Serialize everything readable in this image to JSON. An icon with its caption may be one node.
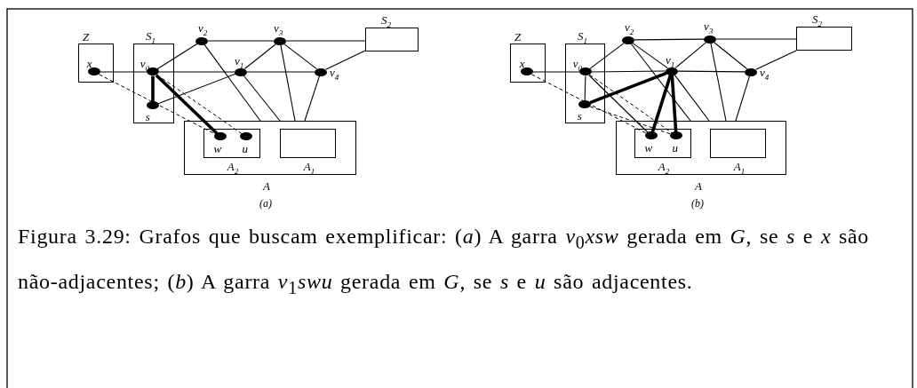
{
  "diagram": {
    "caption": "Figura 3.29: Grafos que buscam exemplificar: (*a*) A garra *v*$_{0}$*xsw* gerada em *G*, se *s* e *x* são não-adjacentes; (*b*) A garra *v*$_{1}$*swu* gerada em *G*, se *s* e *u* são adjacentes.",
    "nodes": [
      {
        "text": [
          "Z"
        ]
      },
      {
        "text": [
          "x"
        ],
        "in": 0
      },
      {
        "text": [
          "S$_{1}$"
        ]
      },
      {
        "text": [
          "v$_{0}$"
        ],
        "in": 2
      },
      {
        "text": [
          "s"
        ],
        "in": 2
      },
      {
        "text": [
          "v$_{2}$"
        ]
      },
      {
        "text": [
          "v$_{3}$"
        ]
      },
      {
        "text": [
          "v$_{1}$"
        ]
      },
      {
        "text": [
          "v$_{4}$"
        ]
      },
      {
        "text": [
          "S$_{2}$"
        ]
      },
      {
        "text": [
          "A"
        ]
      },
      {
        "text": [
          "A$_{2}$"
        ],
        "in": 10
      },
      {
        "text": [
          "w"
        ],
        "in": 11
      },
      {
        "text": [
          "u"
        ],
        "in": 11
      },
      {
        "text": [
          "A$_{1}$"
        ],
        "in": 10
      },
      {
        "text": [
          "Z"
        ]
      },
      {
        "text": [
          "x"
        ],
        "in": 15
      },
      {
        "text": [
          "S$_{1}$"
        ]
      },
      {
        "text": [
          "v$_{0}$"
        ],
        "in": 17
      },
      {
        "text": [
          "s"
        ],
        "in": 17
      },
      {
        "text": [
          "v$_{2}$"
        ]
      },
      {
        "text": [
          "v$_{3}$"
        ]
      },
      {
        "text": [
          "v$_{1}$"
        ]
      },
      {
        "text": [
          "v$_{4}$"
        ]
      },
      {
        "text": [
          "S$_{2}$"
        ]
      },
      {
        "text": [
          "A"
        ]
      },
      {
        "text": [
          "A$_{2}$"
        ],
        "in": 25
      },
      {
        "text": [
          "w"
        ],
        "in": 26
      },
      {
        "text": [
          "u"
        ],
        "in": 26
      },
      {
        "text": [
          "A$_{1}$"
        ],
        "in": 25
      }
    ],
    "edges": [
      {
        "from": 1,
        "to": 3,
        "arrow": "none"
      },
      {
        "from": 3,
        "to": 7,
        "arrow": "none"
      },
      {
        "from": 7,
        "to": 8,
        "arrow": "none"
      },
      {
        "from": 3,
        "to": 4,
        "arrow": "none",
        "style": "thick"
      },
      {
        "from": 3,
        "to": 12,
        "arrow": "none",
        "style": "thick"
      },
      {
        "from": 3,
        "to": 5,
        "arrow": "none"
      },
      {
        "from": 4,
        "to": 7,
        "arrow": "none"
      },
      {
        "from": 5,
        "to": 6,
        "arrow": "none"
      },
      {
        "from": 6,
        "to": 9,
        "arrow": "none"
      },
      {
        "from": 8,
        "to": 9,
        "arrow": "none"
      },
      {
        "from": 5,
        "to": 10,
        "arrow": "none"
      },
      {
        "from": 7,
        "to": 10,
        "arrow": "none"
      },
      {
        "from": 6,
        "to": 7,
        "arrow": "none"
      },
      {
        "from": 6,
        "to": 8,
        "arrow": "none"
      },
      {
        "from": 6,
        "to": 10,
        "arrow": "none"
      },
      {
        "from": 8,
        "to": 10,
        "arrow": "none"
      },
      {
        "from": 1,
        "to": 12,
        "arrow": "none",
        "style": "dashed"
      },
      {
        "from": 3,
        "to": 13,
        "arrow": "none",
        "style": "dashed"
      },
      {
        "from": 16,
        "to": 18,
        "arrow": "none"
      },
      {
        "from": 18,
        "to": 22,
        "arrow": "none"
      },
      {
        "from": 22,
        "to": 23,
        "arrow": "none"
      },
      {
        "from": 18,
        "to": 19,
        "arrow": "none"
      },
      {
        "from": 18,
        "to": 20,
        "arrow": "none"
      },
      {
        "from": 20,
        "to": 21,
        "arrow": "none"
      },
      {
        "from": 21,
        "to": 24,
        "arrow": "none"
      },
      {
        "from": 23,
        "to": 24,
        "arrow": "none"
      },
      {
        "from": 20,
        "to": 22,
        "arrow": "none"
      },
      {
        "from": 20,
        "to": 25,
        "arrow": "none"
      },
      {
        "from": 22,
        "to": 25,
        "arrow": "none"
      },
      {
        "from": 21,
        "to": 22,
        "arrow": "none"
      },
      {
        "from": 21,
        "to": 23,
        "arrow": "none"
      },
      {
        "from": 21,
        "to": 25,
        "arrow": "none"
      },
      {
        "from": 23,
        "to": 25,
        "arrow": "none"
      },
      {
        "from": 19,
        "to": 22,
        "arrow": "none",
        "style": "thick"
      },
      {
        "from": 22,
        "to": 27,
        "arrow": "none",
        "style": "thick"
      },
      {
        "from": 22,
        "to": 28,
        "arrow": "none",
        "style": "thick"
      },
      {
        "from": 18,
        "to": 27,
        "arrow": "none"
      },
      {
        "from": 16,
        "to": 27,
        "arrow": "none",
        "style": "dashed"
      },
      {
        "from": 19,
        "to": 28,
        "arrow": "none",
        "style": "dashed"
      },
      {
        "from": 18,
        "to": 28,
        "arrow": "none",
        "style": "dashed"
      }
    ],
    "labels": [
      "(a)",
      "(b)"
    ]
  }
}
